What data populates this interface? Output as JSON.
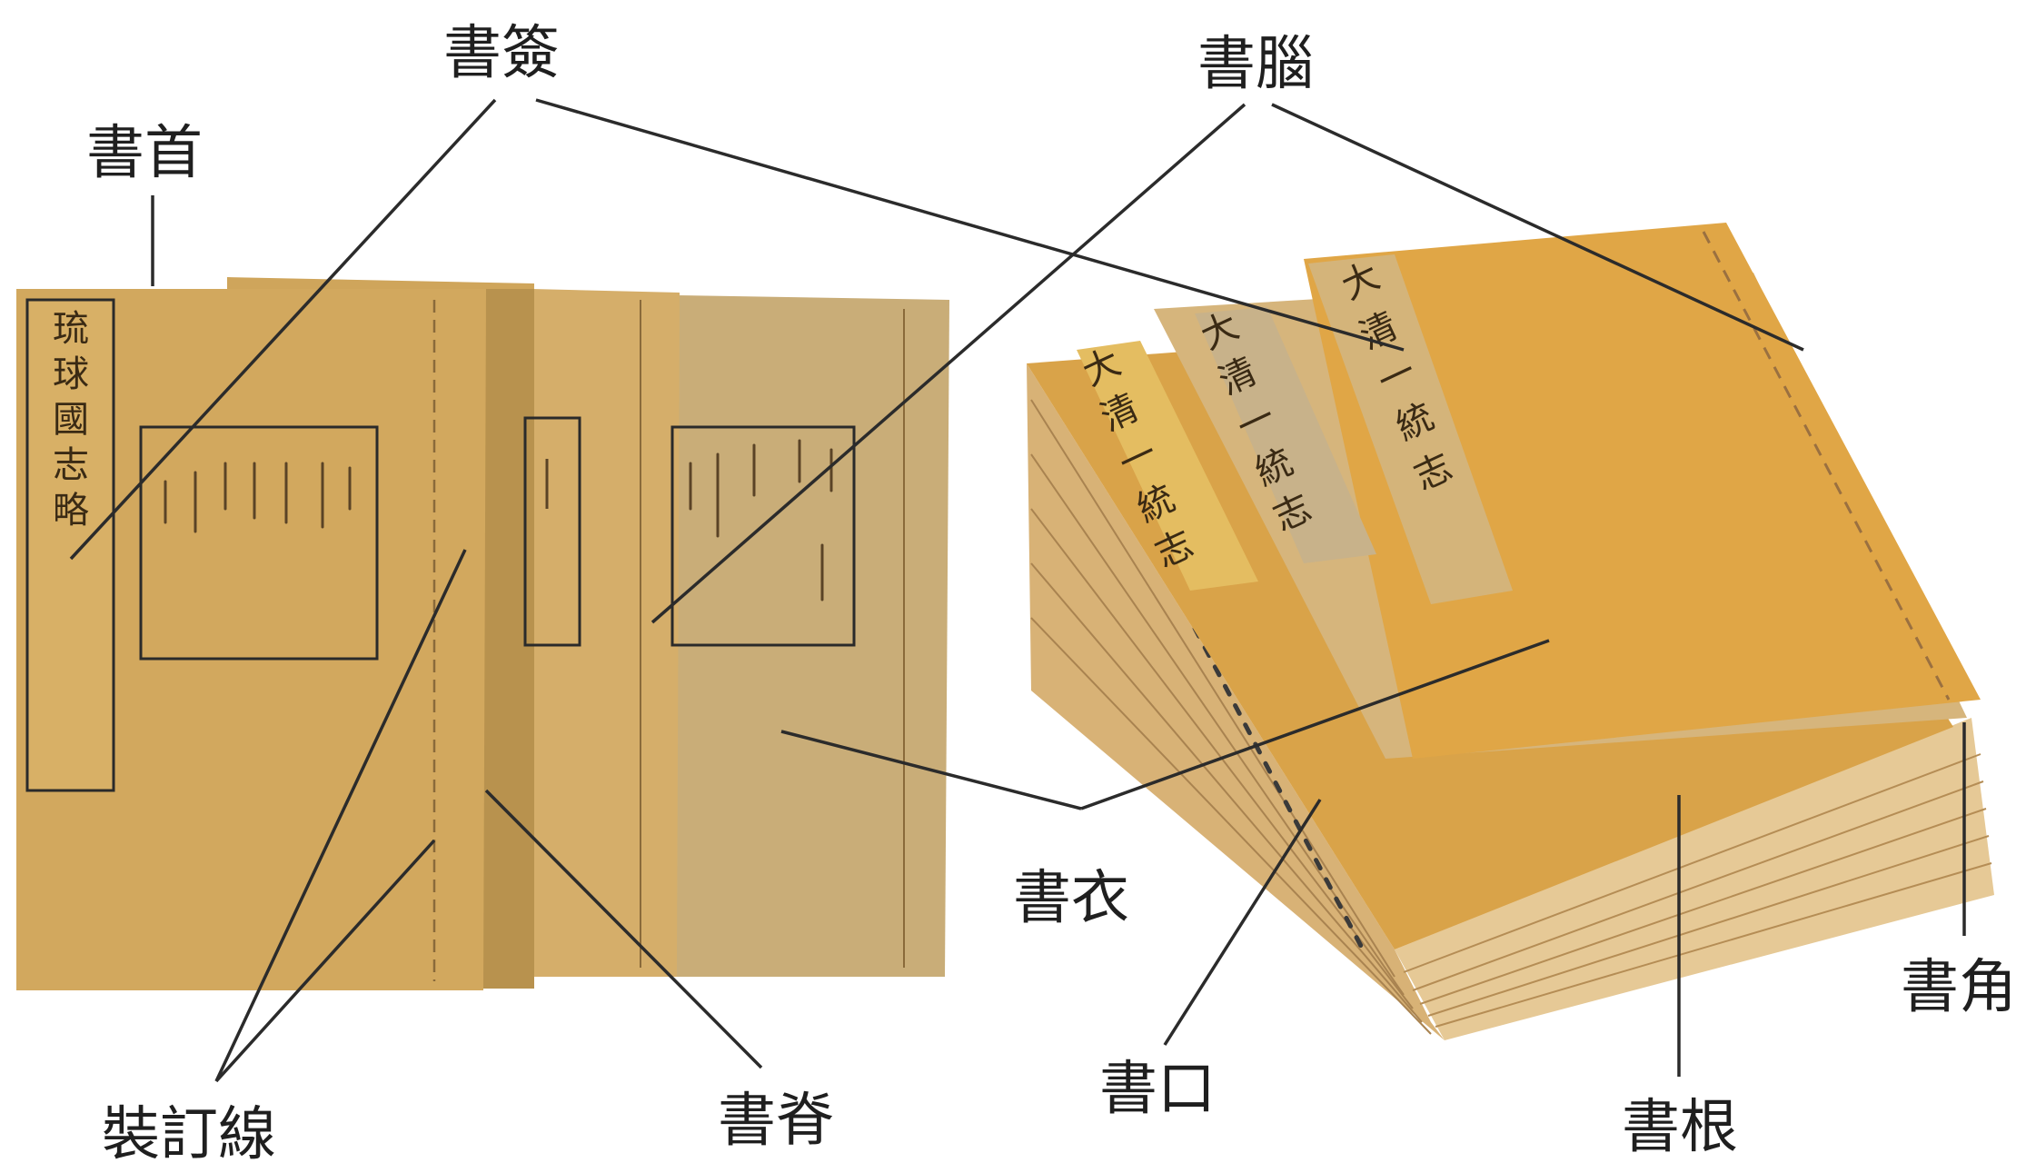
{
  "labels": {
    "shu_shou": "書首",
    "shu_qian": "書簽",
    "shu_nao": "書腦",
    "shu_yi": "書衣",
    "zhuang_ding_xian": "裝訂線",
    "shu_ji": "書脊",
    "shu_kou": "書口",
    "shu_gen": "書根",
    "shu_jiao": "書角"
  },
  "left_book": {
    "title_slip": [
      "琉",
      "球",
      "國",
      "志",
      "略"
    ]
  },
  "right_books": {
    "cover_title": [
      "大",
      "清",
      "一",
      "統",
      "志"
    ]
  },
  "colors": {
    "cover_left": "#d2a85e",
    "cover_right": "#e0a646",
    "paper_edge": "#e6c996",
    "text": "#1f1f1f"
  }
}
